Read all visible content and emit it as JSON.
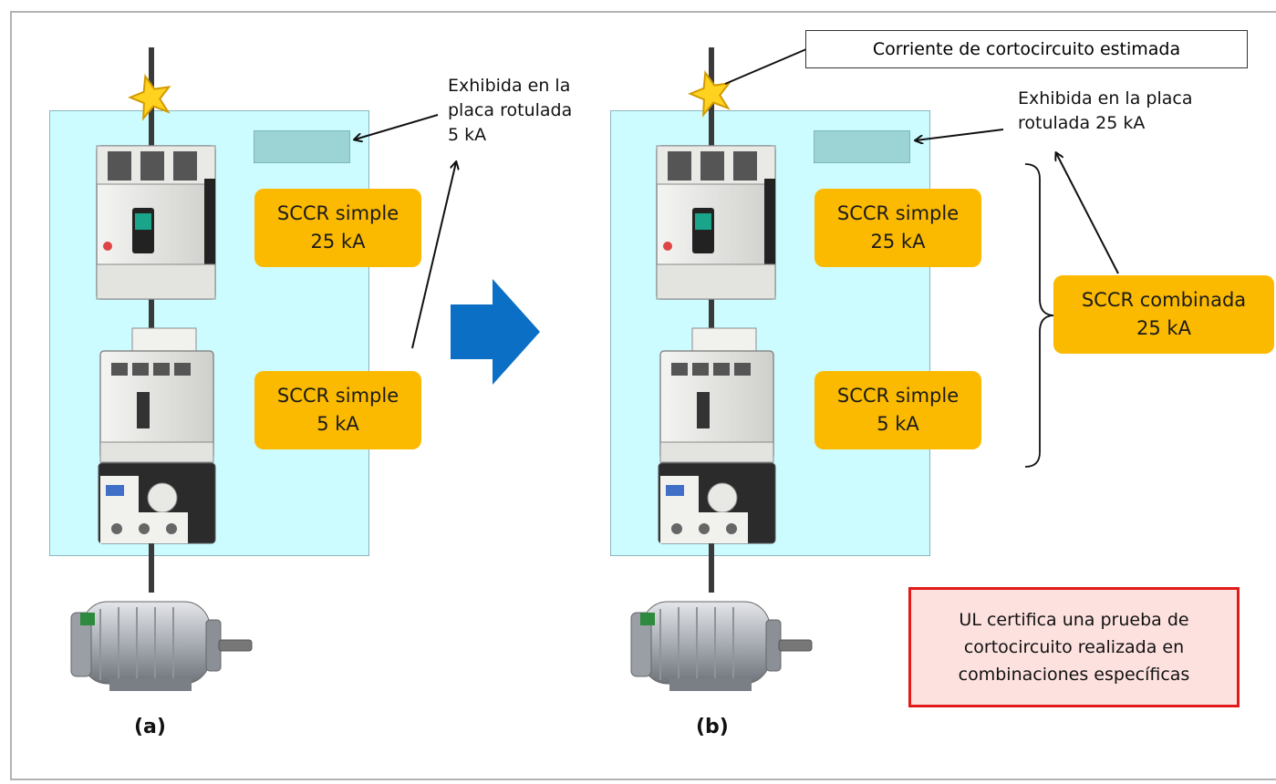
{
  "left": {
    "caption": "(a)",
    "nameplate_note": [
      "Exhibida en la",
      "placa rotulada",
      "5 kA"
    ],
    "tag_breaker": [
      "SCCR simple",
      "25 kA"
    ],
    "tag_contactor": [
      "SCCR simple",
      "5 kA"
    ]
  },
  "right": {
    "caption": "(b)",
    "callout": "Corriente de cortocircuito estimada",
    "nameplate_note": [
      "Exhibida en la placa",
      "rotulada 25 kA"
    ],
    "tag_breaker": [
      "SCCR simple",
      "25 kA"
    ],
    "tag_contactor": [
      "SCCR simple",
      "5 kA"
    ],
    "tag_combined": [
      "SCCR combinada",
      "25 kA"
    ],
    "ul_note": [
      "UL certifica una prueba de",
      "cortocircuito realizada en",
      "combinaciones específicas"
    ]
  },
  "colors": {
    "panel": "#ccfcff",
    "tag": "#fbba00",
    "arrow": "#0b6fc5",
    "ul_border": "#e21a1a",
    "ul_fill": "#fde1df"
  },
  "icons": {
    "fault": "star-icon",
    "transition": "right-arrow-icon"
  }
}
